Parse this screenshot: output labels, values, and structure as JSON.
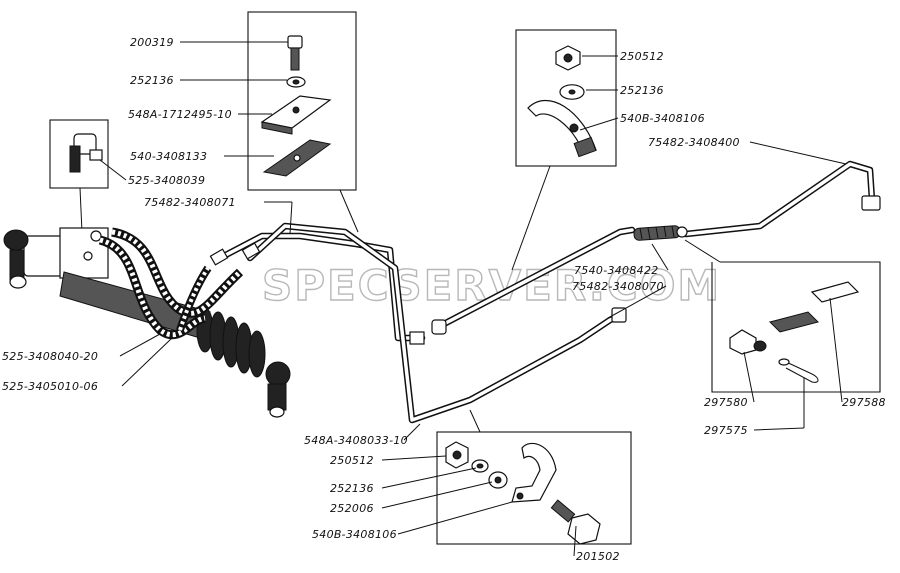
{
  "watermark": "SPECSERVER.COM",
  "callouts": {
    "c200319": "200319",
    "c252136_top": "252136",
    "c548A_1712495_10": "548A-1712495-10",
    "c540_3408133": "540-3408133",
    "c525_3408039": "525-3408039",
    "c75482_3408071": "75482-3408071",
    "c250512_top": "250512",
    "c252136_right": "252136",
    "c540B_3408106_top": "540B-3408106",
    "c75482_3408400": "75482-3408400",
    "c7540_3408422": "7540-3408422",
    "c75482_3408070": "75482-3408070",
    "c525_3408040_20": "525-3408040-20",
    "c525_3405010_06": "525-3405010-06",
    "c548A_3408033_10": "548A-3408033-10",
    "c250512_bottom": "250512",
    "c252136_bottom": "252136",
    "c252006": "252006",
    "c540B_3408106_bottom": "540B-3408106",
    "c201502": "201502",
    "c297580": "297580",
    "c297588": "297588",
    "c297575": "297575"
  }
}
